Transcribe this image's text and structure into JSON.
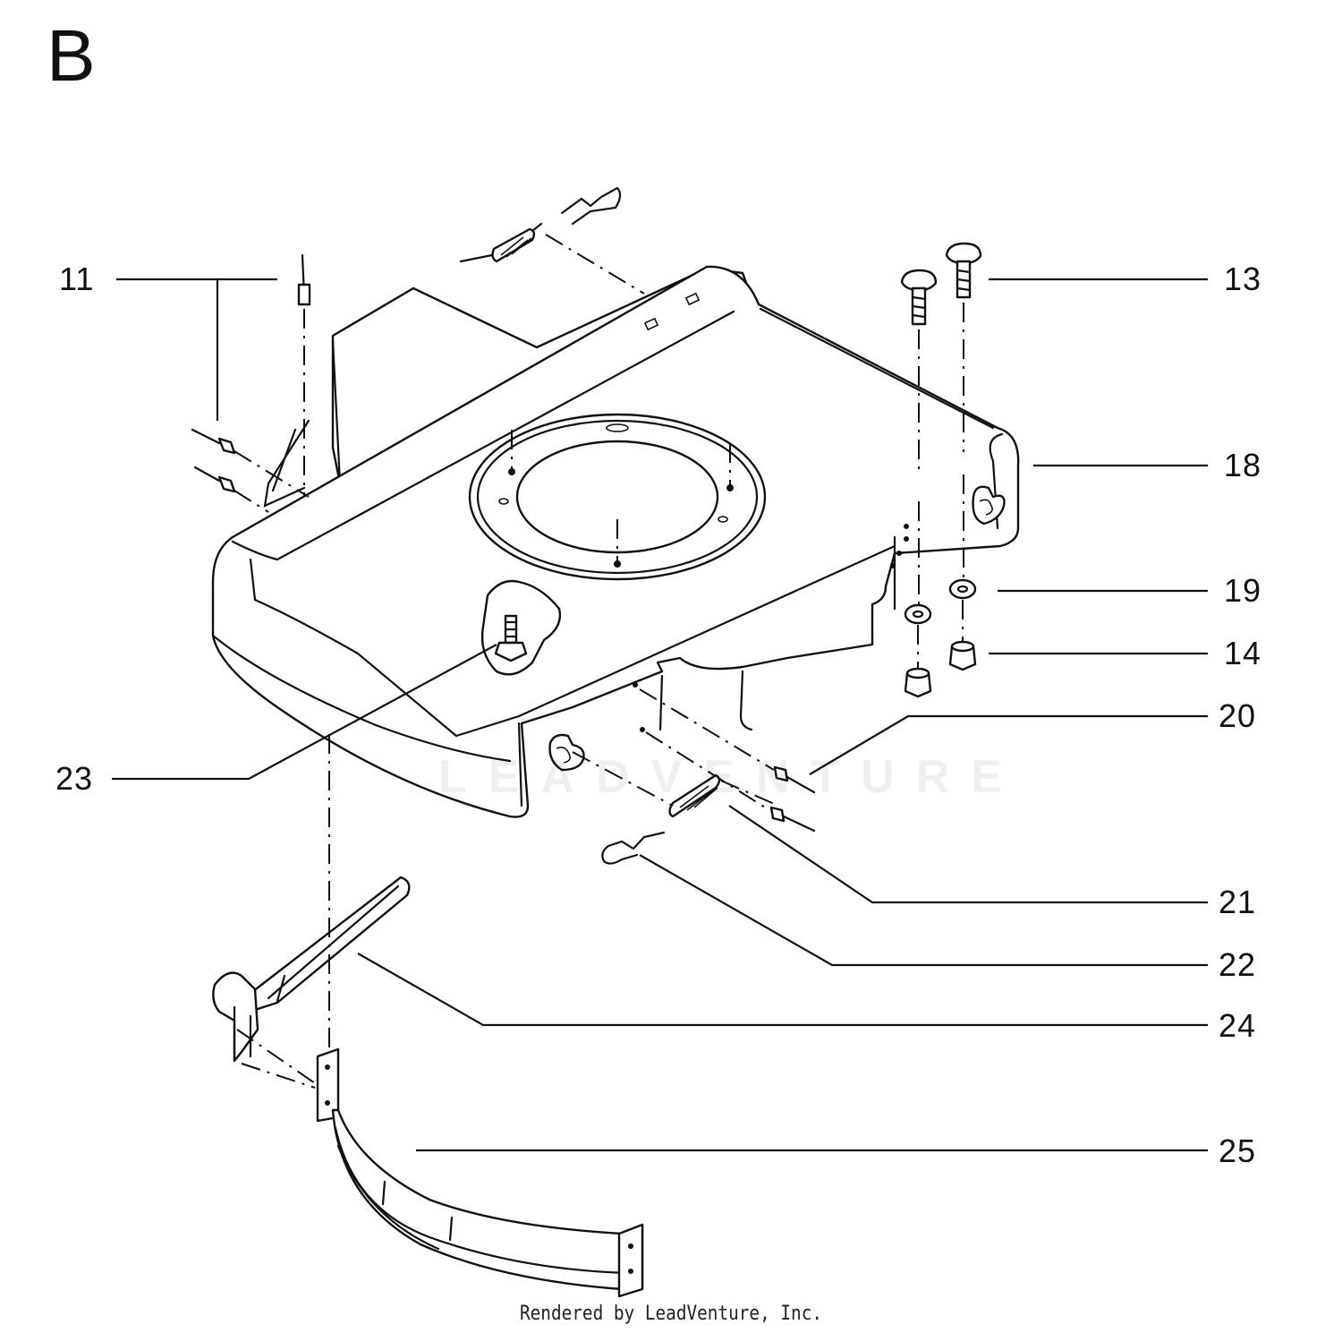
{
  "diagram": {
    "section_letter": "B",
    "callouts": [
      {
        "id": "11",
        "label": "11"
      },
      {
        "id": "13",
        "label": "13"
      },
      {
        "id": "18",
        "label": "18"
      },
      {
        "id": "19",
        "label": "19"
      },
      {
        "id": "14",
        "label": "14"
      },
      {
        "id": "20",
        "label": "20"
      },
      {
        "id": "23",
        "label": "23"
      },
      {
        "id": "21",
        "label": "21"
      },
      {
        "id": "22",
        "label": "22"
      },
      {
        "id": "24",
        "label": "24"
      },
      {
        "id": "25",
        "label": "25"
      }
    ],
    "watermark": "LEADVENTURE",
    "footer": "Rendered by LeadVenture, Inc."
  }
}
